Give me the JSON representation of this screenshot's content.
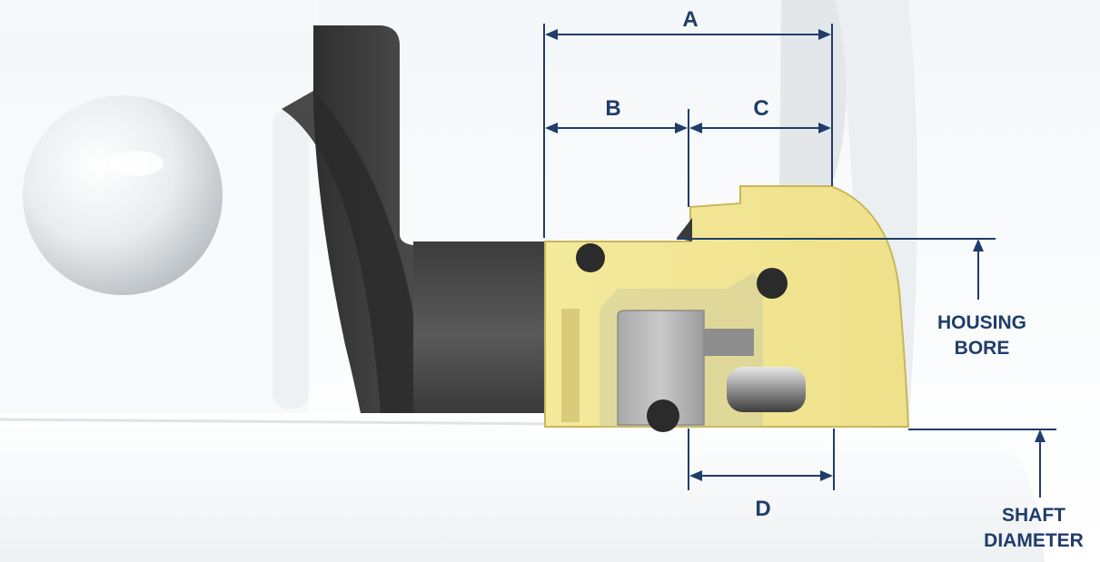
{
  "labels": {
    "a": "A",
    "b": "B",
    "c": "C",
    "d": "D",
    "housing_bore_line1": "HOUSING",
    "housing_bore_line2": "BORE",
    "shaft_diameter_line1": "SHAFT",
    "shaft_diameter_line2": "DIAMETER"
  },
  "colors": {
    "dimension_lines": "#1f3d6b",
    "seal_housing": "#f3e9a2",
    "seal_outline": "#c9b65a",
    "bearing_race": "#4a4a4a",
    "shaft": "#f4f5f6",
    "inner_components": "#b9b9b9",
    "background": "#ffffff"
  },
  "icons": {
    "bearing_ball": "bearing-ball-icon",
    "o_ring": "o-ring-icon",
    "spring": "spring-icon"
  }
}
